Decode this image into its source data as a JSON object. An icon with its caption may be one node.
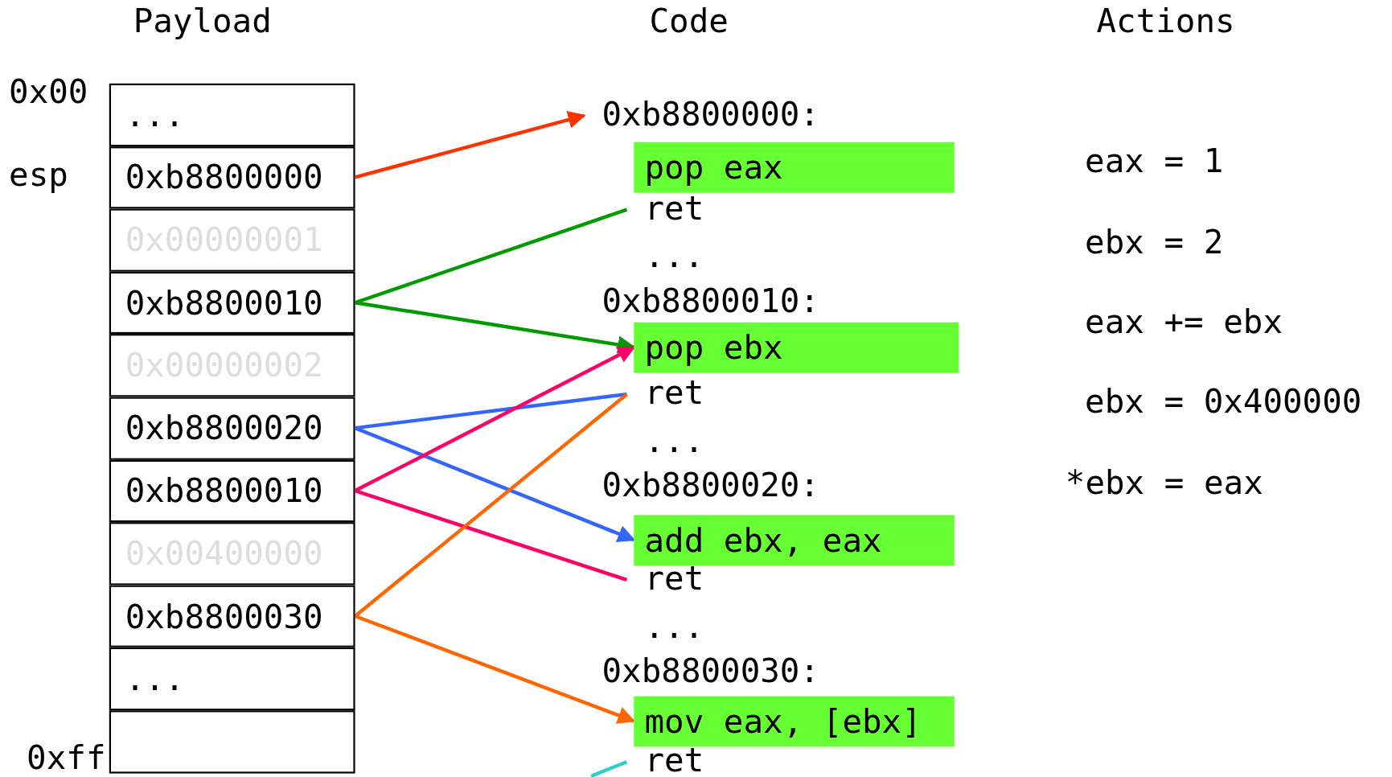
{
  "diagram": {
    "nodes": [
      {
        "text": [
          "..."
        ]
      },
      {
        "text": [
          "0xb8800000"
        ]
      },
      {
        "text": [
          "0x00000001"
        ]
      },
      {
        "text": [
          "0xb8800010"
        ]
      },
      {
        "text": [
          "0x00000002"
        ]
      },
      {
        "text": [
          "0xb8800020"
        ]
      },
      {
        "text": [
          "0xb8800010"
        ]
      },
      {
        "text": [
          "0x00400000"
        ]
      },
      {
        "text": [
          "0xb8800030"
        ]
      },
      {
        "text": [
          "..."
        ]
      },
      {
        "text": [],
        "shape": "box"
      },
      {
        "text": [
          "0xb8800000:"
        ]
      },
      {
        "text": [
          "pop eax"
        ]
      },
      {
        "text": [
          "ret"
        ]
      },
      {
        "text": [
          "pop ebx"
        ]
      },
      {
        "text": [
          "ret"
        ]
      },
      {
        "text": [
          "add ebx, eax"
        ]
      },
      {
        "text": [
          "ret"
        ]
      },
      {
        "text": [
          "mov eax, [ebx]"
        ]
      },
      {
        "text": [
          "ret"
        ]
      }
    ],
    "edges": [
      {
        "from": 1,
        "to": 11,
        "arrow": "to",
        "color": "#ff3300"
      },
      {
        "from": 13,
        "to": 3,
        "arrow": "none",
        "color": "#009900"
      },
      {
        "from": 3,
        "to": 14,
        "arrow": "to",
        "color": "#009900"
      },
      {
        "from": 15,
        "to": 5,
        "arrow": "none",
        "color": "#3366ff"
      },
      {
        "from": 5,
        "to": 16,
        "arrow": "to",
        "color": "#3366ff"
      },
      {
        "from": 17,
        "to": 6,
        "arrow": "none",
        "color": "#ff0066"
      },
      {
        "from": 6,
        "to": 14,
        "arrow": "to",
        "color": "#ff0066"
      },
      {
        "from": 15,
        "to": 8,
        "arrow": "none",
        "color": "#ff6600"
      },
      {
        "from": 8,
        "to": 18,
        "arrow": "to",
        "color": "#ff6600"
      },
      {
        "from": 19,
        "to": null,
        "arrow": "none",
        "color": "#33cccc"
      }
    ],
    "labels": [
      "Payload",
      "Code",
      "Actions",
      "0x00",
      "esp",
      "0xff",
      "...",
      "0xb8800010:",
      "...",
      "0xb8800020:",
      "...",
      "0xb8800030:",
      "eax = 1",
      "ebx = 2",
      "eax += ebx",
      "ebx = 0x400000",
      "*ebx = eax"
    ]
  }
}
